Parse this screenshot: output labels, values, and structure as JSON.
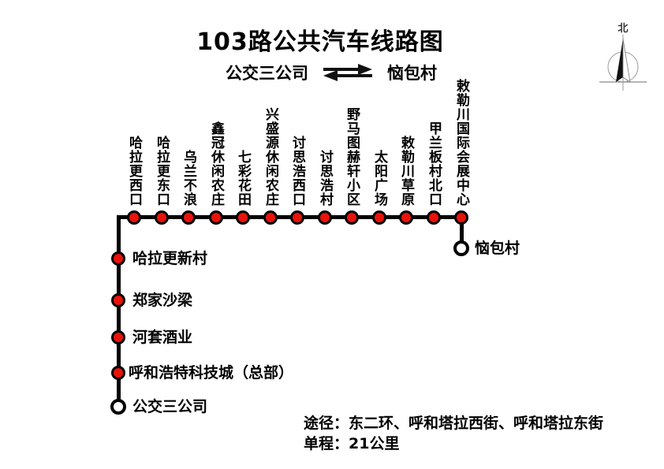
{
  "title": "103路公共汽车线路图",
  "endpoints": {
    "from": "公交三公司",
    "to": "恼包村"
  },
  "compass": {
    "north_label": "北"
  },
  "route": {
    "top_stops": [
      "哈拉更西口",
      "哈拉更东口",
      "乌兰不浪",
      "鑫冠休闲农庄",
      "七彩花田",
      "兴盛源休闲农庄",
      "讨思浩西口",
      "讨思浩村",
      "野马图赫轩小区",
      "太阳广场",
      "敕勒川草原",
      "甲兰板村北口",
      "敕勒川国际会展中心"
    ],
    "left_stops": [
      "哈拉更新村",
      "郑家沙梁",
      "河套酒业",
      "呼和浩特科技城（总部）"
    ],
    "start_terminal": "公交三公司",
    "end_terminal": "恼包村"
  },
  "notes": {
    "via": "途径：东二环、呼和塔拉西街、呼和塔拉东街",
    "one_way": "单程：21公里"
  },
  "colors": {
    "stop_fill": "#e8130a",
    "line": "#000000",
    "background": "#ffffff"
  }
}
